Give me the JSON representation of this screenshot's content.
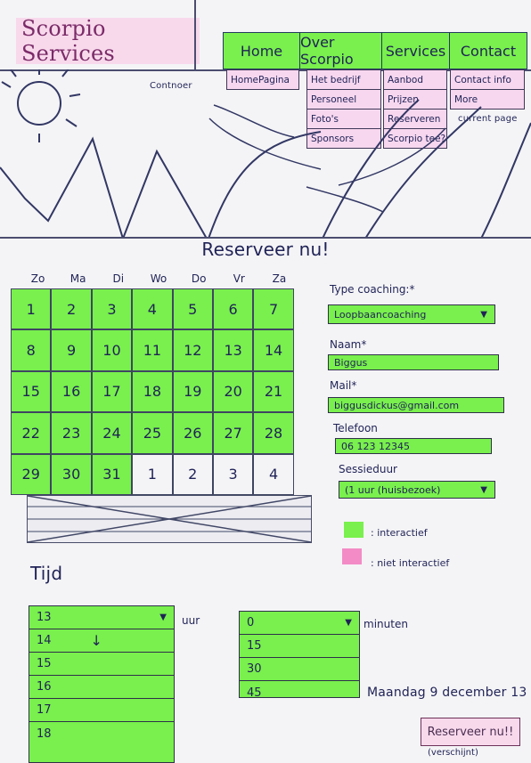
{
  "brand": "Scorpio Services",
  "nav": [
    {
      "label": "Home",
      "sub": [
        "HomePagina"
      ]
    },
    {
      "label": "Over Scorpio",
      "sub": [
        "Het bedrijf",
        "Personeel",
        "Foto's",
        "Sponsors"
      ]
    },
    {
      "label": "Services",
      "sub": [
        "Aanbod",
        "Prijzen",
        "Reserveren",
        "Scorpio tee?"
      ]
    },
    {
      "label": "Contact",
      "sub": [
        "Contact info",
        "More"
      ]
    }
  ],
  "continue_label": "Contnoer",
  "current_page": "current page",
  "title": "Reserveer nu!",
  "calendar": {
    "days": [
      "Zo",
      "Ma",
      "Di",
      "Wo",
      "Do",
      "Vr",
      "Za"
    ],
    "weeks": [
      [
        "1",
        "2",
        "3",
        "4",
        "5",
        "6",
        "7"
      ],
      [
        "8",
        "9",
        "10",
        "11",
        "12",
        "13",
        "14"
      ],
      [
        "15",
        "16",
        "17",
        "18",
        "19",
        "20",
        "21"
      ],
      [
        "22",
        "23",
        "24",
        "25",
        "26",
        "27",
        "28"
      ],
      [
        "29",
        "30",
        "31",
        "1",
        "2",
        "3",
        "4"
      ]
    ],
    "inactive": [
      [
        4,
        3
      ],
      [
        4,
        4
      ],
      [
        4,
        5
      ],
      [
        4,
        6
      ]
    ]
  },
  "form": {
    "type_label": "Type coaching:*",
    "type_value": "Loopbaancoaching",
    "name_label": "Naam*",
    "name_value": "Biggus",
    "mail_label": "Mail*",
    "mail_value": "biggusdickus@gmail.com",
    "phone_label": "Telefoon",
    "phone_value": "06 123 12345",
    "session_label": "Sessieduur",
    "session_value": "(1 uur (huisbezoek)"
  },
  "legend": {
    "interactive": ": interactief",
    "non_interactive": ": niet interactief",
    "green": "#79f04d",
    "pink": "#f38bc6"
  },
  "tijd_label": "Tijd",
  "hours": [
    "13",
    "14",
    "15",
    "16",
    "17",
    "18"
  ],
  "hour_unit": "uur",
  "minutes": [
    "0",
    "15",
    "30",
    "45"
  ],
  "minute_unit": "minuten",
  "date_text": "Maandag 9 december 13",
  "reserve_button": "Reserveer nu!!",
  "reserve_note": "(verschijnt)"
}
